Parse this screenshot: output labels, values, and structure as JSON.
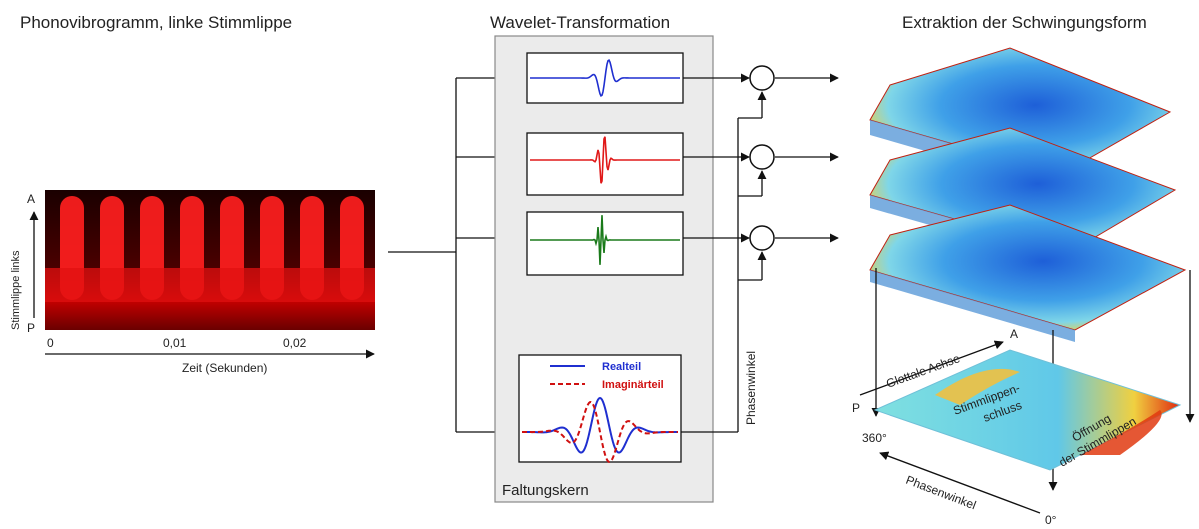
{
  "titles": {
    "left": "Phonovibrogramm, linke Stimmlippe",
    "middle": "Wavelet-Transformation",
    "right": "Extraktion der Schwingungsform"
  },
  "pvg": {
    "y_axis_label": "Stimmlippe links",
    "y_top": "A",
    "y_bottom": "P",
    "x_ticks": [
      "0",
      "0,01",
      "0,02"
    ],
    "x_axis_label": "Zeit (Sekunden)"
  },
  "filters": [
    {
      "color": "#1f2fd0"
    },
    {
      "color": "#e01818"
    },
    {
      "color": "#1a7a1a"
    }
  ],
  "kernel": {
    "legend_real": "Realteil",
    "legend_imag": "Imaginärteil",
    "real_color": "#1f2fd0",
    "imag_color": "#d01010",
    "box_label": "Faltungskern"
  },
  "phase_label": "Phasenwinkel",
  "surface": {
    "glottal_axis": "Glottale Achse",
    "corner_A": "A",
    "corner_P": "P",
    "deg_360": "360°",
    "deg_0": "0°",
    "phase_axis": "Phasenwinkel",
    "closure_label_1": "Stimmlippen-",
    "closure_label_2": "schluss",
    "opening_label_1": "Öffnung",
    "opening_label_2": "der Stimmlippen"
  }
}
